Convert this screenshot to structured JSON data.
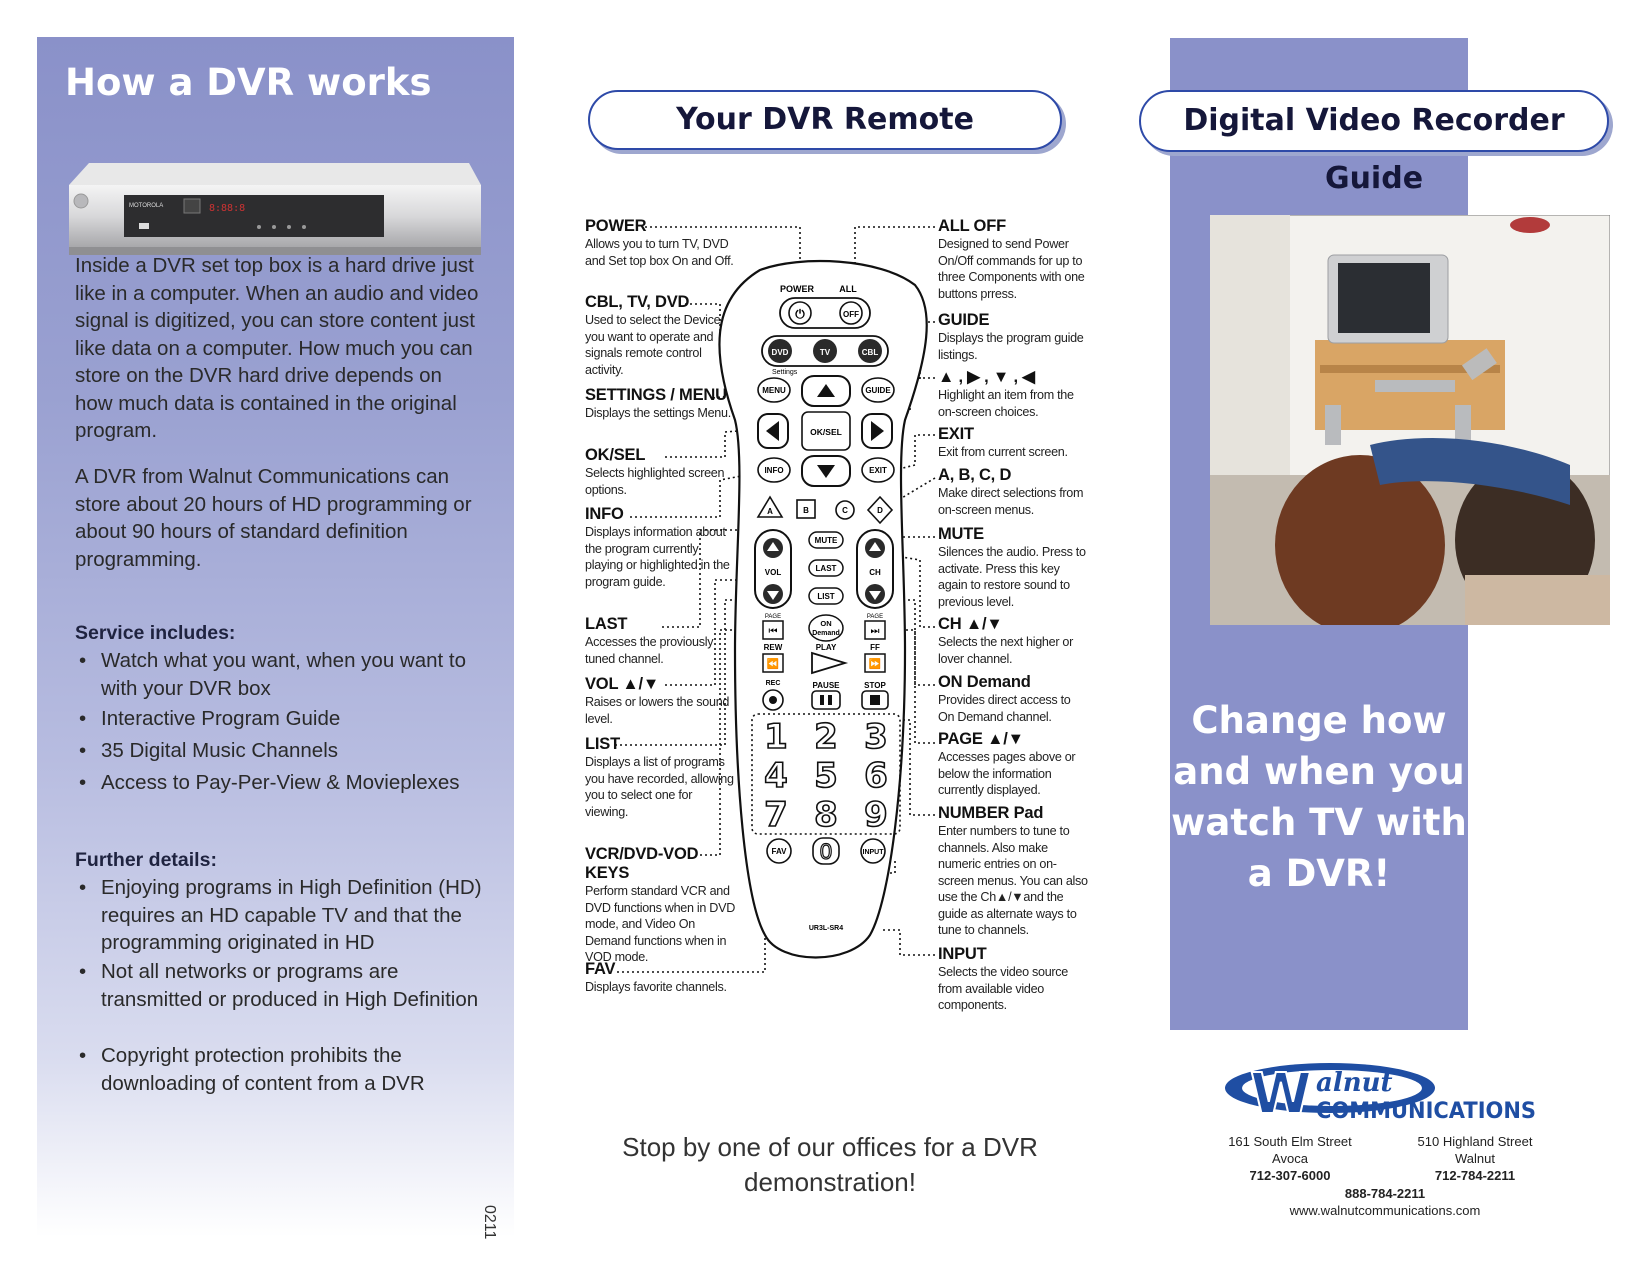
{
  "left": {
    "title": "How a DVR works",
    "device_brand": "MOTOROLA",
    "para1": "Inside a DVR set top box is a hard drive just like in a computer. When an audio and video signal is digitized, you can store content just like data on a computer. How much you can store on the DVR hard drive depends on how much data is contained in the original program.",
    "para2": "A DVR from Walnut Communications can store about 20 hours of HD programming or about 90 hours of standard definition programming.",
    "service_heading": "Service includes:",
    "service_items": [
      "Watch what you want, when you want to with your DVR box",
      "Interactive Program Guide",
      "35 Digital Music Channels",
      "Access to Pay-Per-View & Movieplexes"
    ],
    "details_heading": "Further details:",
    "details_items": [
      "Enjoying programs in High Definition (HD) requires an HD capable TV and that the programming originated in HD",
      "Not all networks or programs are transmitted or produced in High Definition",
      "Copyright protection prohibits the downloading of content from a DVR"
    ],
    "code": "0211"
  },
  "middle": {
    "pill_title": "Your DVR Remote",
    "left_callouts": [
      {
        "title": "POWER",
        "desc": "Allows you to turn TV, DVD and Set top box On and Off."
      },
      {
        "title": "CBL, TV, DVD",
        "desc": "Used to select the Device you want to operate and signals remote control activity."
      },
      {
        "title": "SETTINGS / MENU",
        "desc": "Displays the settings Menu."
      },
      {
        "title": "OK/SEL",
        "desc": "Selects highlighted screen options."
      },
      {
        "title": "INFO",
        "desc": "Displays information about the program currently playing or highlighted in the program guide."
      },
      {
        "title": "LAST",
        "desc": "Accesses the proviously tuned channel."
      },
      {
        "title": "VOL ▲/▼",
        "desc": "Raises or lowers the sound level."
      },
      {
        "title": "LIST",
        "desc": "Displays a list of programs you have recorded, allowing you to select one for viewing."
      },
      {
        "title": "VCR/DVD-VOD KEYS",
        "desc": "Perform standard VCR and DVD functions when in DVD mode, and Video On Demand functions when in VOD mode."
      },
      {
        "title": "FAV",
        "desc": "Displays favorite channels."
      }
    ],
    "right_callouts": [
      {
        "title": "ALL OFF",
        "desc": "Designed to send Power On/Off commands for up to three Components with one buttons prress."
      },
      {
        "title": "GUIDE",
        "desc": "Displays the program guide listings."
      },
      {
        "title": "▲ , ▶ , ▼ , ◀",
        "desc": "Highlight an item from the on-screen choices."
      },
      {
        "title": "EXIT",
        "desc": "Exit from current screen."
      },
      {
        "title": "A, B, C, D",
        "desc": "Make direct selections from on-screen menus."
      },
      {
        "title": "MUTE",
        "desc": "Silences the audio. Press to activate. Press this key again to restore sound to previous level."
      },
      {
        "title": "CH ▲/▼",
        "desc": "Selects the next higher or lover channel."
      },
      {
        "title": "ON Demand",
        "desc": "Provides direct access to On Demand channel."
      },
      {
        "title": "PAGE ▲/▼",
        "desc": "Accesses pages above or below the information currently displayed."
      },
      {
        "title": "NUMBER Pad",
        "desc": "Enter numbers to tune to channels. Also make numeric entries on on-screen menus. You can also use the Ch▲/▼and the guide as alternate ways to tune to channels."
      },
      {
        "title": "INPUT",
        "desc": "Selects the video source from available video components."
      }
    ],
    "remote_labels": {
      "power": "POWER",
      "all": "ALL",
      "off": "OFF",
      "dvd": "DVD",
      "tv": "TV",
      "cbl": "CBL",
      "settings": "Settings",
      "menu": "MENU",
      "guide": "GUIDE",
      "oksel": "OK/SEL",
      "info": "INFO",
      "exit": "EXIT",
      "a": "A",
      "b": "B",
      "c": "C",
      "d": "D",
      "mute": "MUTE",
      "vol": "VOL",
      "last": "LAST",
      "ch": "CH",
      "list": "LIST",
      "page": "PAGE",
      "on": "ON",
      "demand": "Demand",
      "rew": "REW",
      "play": "PLAY",
      "ff": "FF",
      "rec": "REC",
      "pause": "PAUSE",
      "stop": "STOP",
      "fav": "FAV",
      "input": "INPUT",
      "model": "UR3L-SR4",
      "digits": [
        "1",
        "2",
        "3",
        "4",
        "5",
        "6",
        "7",
        "8",
        "9",
        "0"
      ]
    },
    "stop_by": "Stop by one of our offices for a DVR demonstration!"
  },
  "right": {
    "pill_title": "Digital Video Recorder Guide",
    "tagline": "Change how and when you watch TV with a DVR!",
    "logo_letter": "W",
    "logo_word1": "alnut",
    "logo_word2": "COMMUNICATIONS",
    "office1": {
      "street": "161 South Elm Street",
      "city": "Avoca",
      "phone": "712-307-6000"
    },
    "office2": {
      "street": "510 Highland Street",
      "city": "Walnut",
      "phone": "712-784-2211"
    },
    "main_phone": "888-784-2211",
    "website": "www.walnutcommunications.com"
  },
  "colors": {
    "panel": "#8a91c9",
    "pill_border": "#2e4aa8",
    "logo_blue": "#1f4ea3"
  }
}
